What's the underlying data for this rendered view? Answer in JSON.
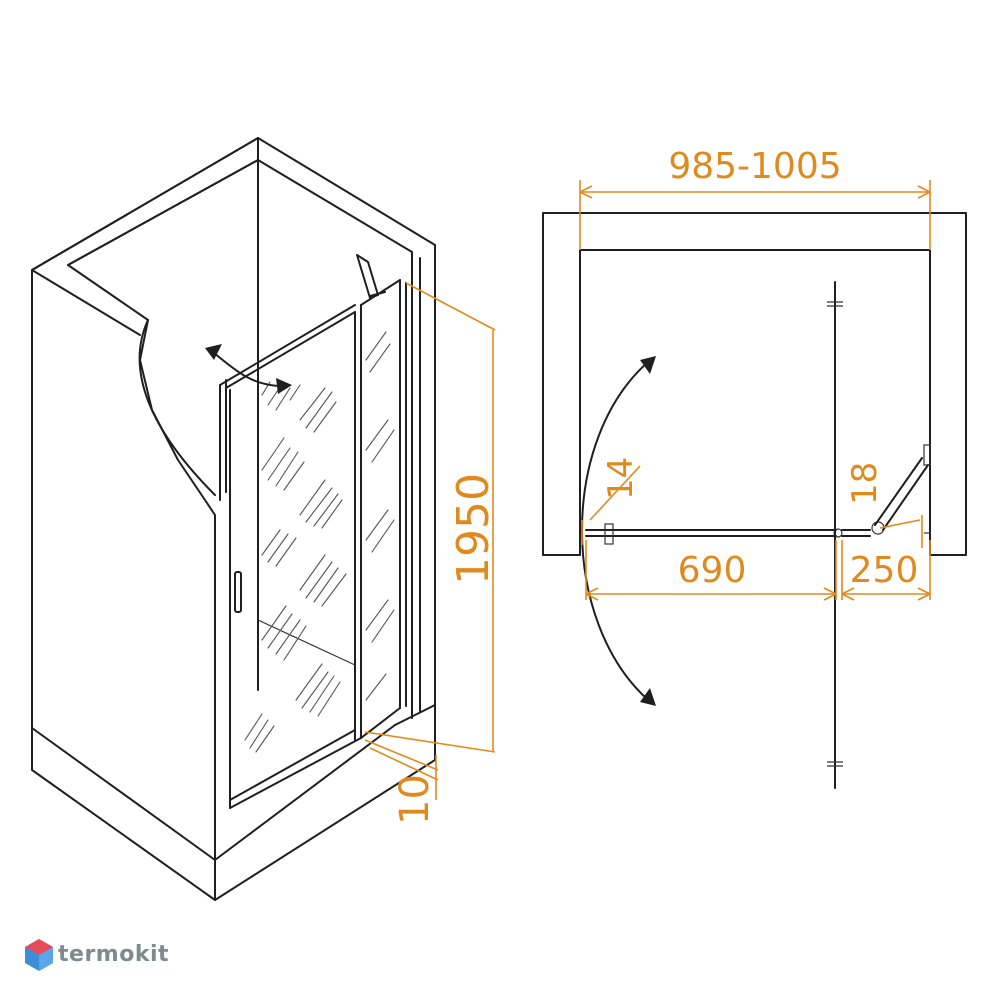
{
  "dimensions": {
    "overall_width": "985-1005",
    "height": "1950",
    "threshold": "10",
    "door_width": "690",
    "fixed_width": "250",
    "left_gap": "14",
    "right_gap": "18"
  },
  "brand": {
    "name": "termokit",
    "colors": [
      "#e74c5a",
      "#3b8fd9"
    ]
  },
  "colors": {
    "line": "#1f1f1f",
    "dimension": "#e08a1e"
  }
}
